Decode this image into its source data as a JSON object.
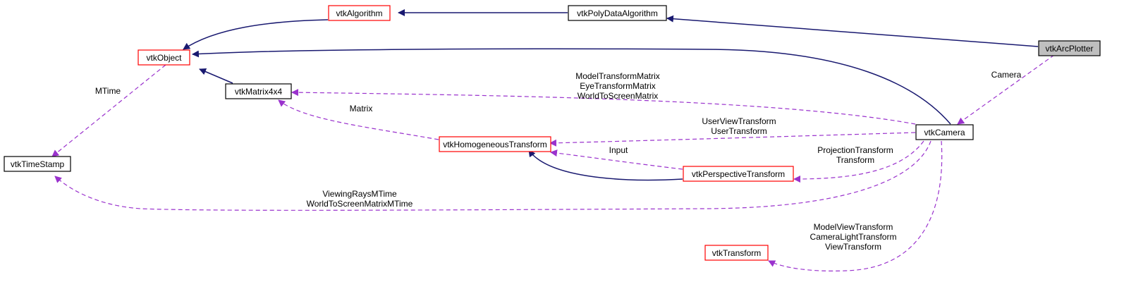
{
  "colors": {
    "inheritance_edge": "#191970",
    "usage_edge": "#9a32cd",
    "documented_border": "#ff0000",
    "default_border": "#000000",
    "focus_fill": "#bfbfbf"
  },
  "nodes": {
    "vtkArcPlotter": "vtkArcPlotter",
    "vtkPolyDataAlgorithm": "vtkPolyDataAlgorithm",
    "vtkAlgorithm": "vtkAlgorithm",
    "vtkObject": "vtkObject",
    "vtkMatrix4x4": "vtkMatrix4x4",
    "vtkTimeStamp": "vtkTimeStamp",
    "vtkHomogeneousTransform": "vtkHomogeneousTransform",
    "vtkPerspectiveTransform": "vtkPerspectiveTransform",
    "vtkCamera": "vtkCamera",
    "vtkTransform": "vtkTransform"
  },
  "edge_labels": {
    "camera": [
      "Camera"
    ],
    "mtime": [
      "MTime"
    ],
    "matrix": [
      "Matrix"
    ],
    "camera_matrices": [
      "ModelTransformMatrix",
      "EyeTransformMatrix",
      "WorldToScreenMatrix"
    ],
    "camera_user": [
      "UserViewTransform",
      "UserTransform"
    ],
    "input": [
      "Input"
    ],
    "camera_projection": [
      "ProjectionTransform",
      "Transform"
    ],
    "camera_mtime": [
      "ViewingRaysMTime",
      "WorldToScreenMatrixMTime"
    ],
    "camera_view": [
      "ModelViewTransform",
      "CameraLightTransform",
      "ViewTransform"
    ]
  }
}
